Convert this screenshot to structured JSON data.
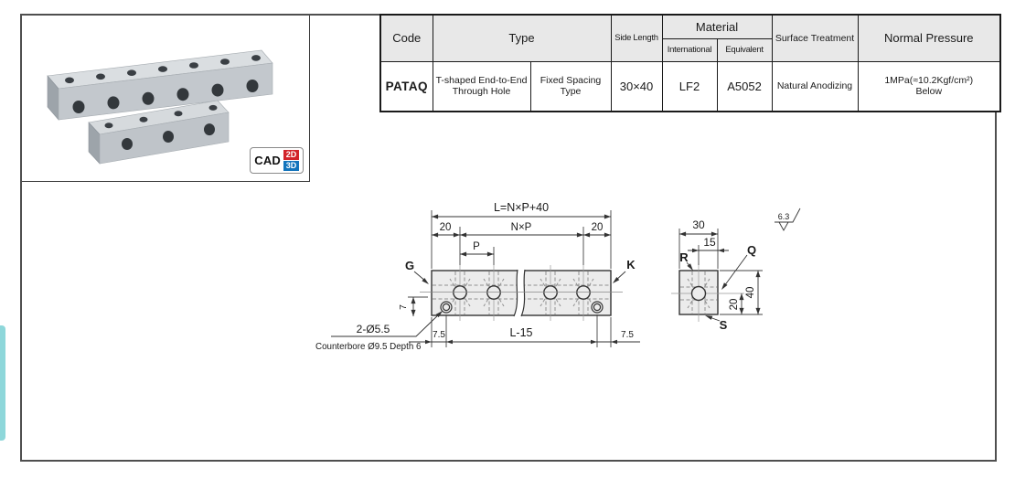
{
  "colors": {
    "accent_magenta": "#a8189a",
    "accent_blue": "#0b76c8",
    "badge_red": "#d2232a",
    "badge_blue": "#1274bc",
    "tab_teal": "#8ed7da"
  },
  "photo": {
    "cad_label": "CAD",
    "badge_2d": "2D",
    "badge_3d": "3D"
  },
  "table": {
    "headers": {
      "code": "Code",
      "type": "Type",
      "side_length": "Side Length",
      "material": "Material",
      "international": "International",
      "equivalent": "Equivalent",
      "surface_treatment": "Surface Treatment",
      "normal_pressure": "Normal Pressure"
    },
    "row": {
      "code": "PATAQ",
      "type_1": "T-shaped End-to-End Through Hole",
      "type_2": "Fixed Spacing Type",
      "side_length": "30×40",
      "material_international": "LF2",
      "material_equivalent": "A5052",
      "surface_treatment": "Natural Anodizing",
      "normal_pressure_1": "1MPa(≈10.2Kgf/cm²)",
      "normal_pressure_2": "Below"
    }
  },
  "drawing": {
    "front": {
      "dim_overall": "L=N×P+40",
      "dim_left_end": "20",
      "dim_pitch_span": "N×P",
      "dim_right_end": "20",
      "dim_pitch": "P",
      "port_left": "G",
      "port_right": "K",
      "dim_cbore_offset": "7",
      "hole_callout": "2-Ø5.5",
      "cbore_callout": "Counterbore Ø9.5 Depth 6",
      "dim_edge_left": "7.5",
      "dim_span": "L-15",
      "dim_edge_right": "7.5"
    },
    "side": {
      "dim_width": "30",
      "dim_half": "15",
      "port_top": "R",
      "port_side": "Q",
      "port_bottom": "S",
      "dim_center": "20",
      "dim_height": "40",
      "surface_finish": "6.3"
    }
  }
}
